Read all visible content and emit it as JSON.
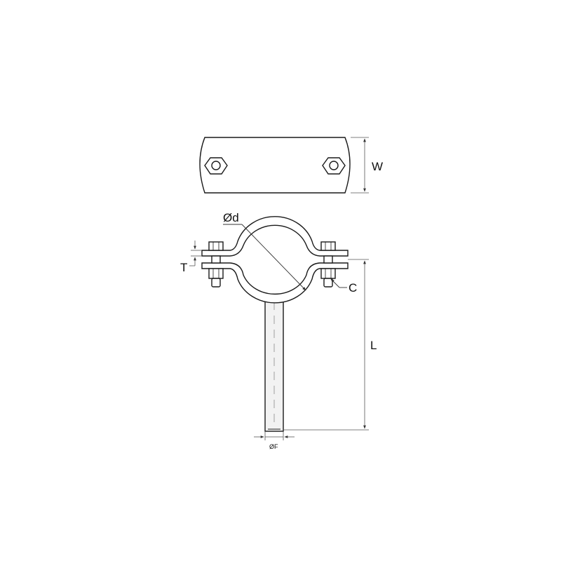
{
  "diagram": {
    "labels": {
      "width": "W",
      "pipe_diameter": "Ød",
      "thickness": "T",
      "bolt": "C",
      "length": "L",
      "rod_diameter": "ØF"
    },
    "colors": {
      "line": "#1a1a1a",
      "dimension": "#555555",
      "rod_fill": "#f2f2f2"
    }
  }
}
